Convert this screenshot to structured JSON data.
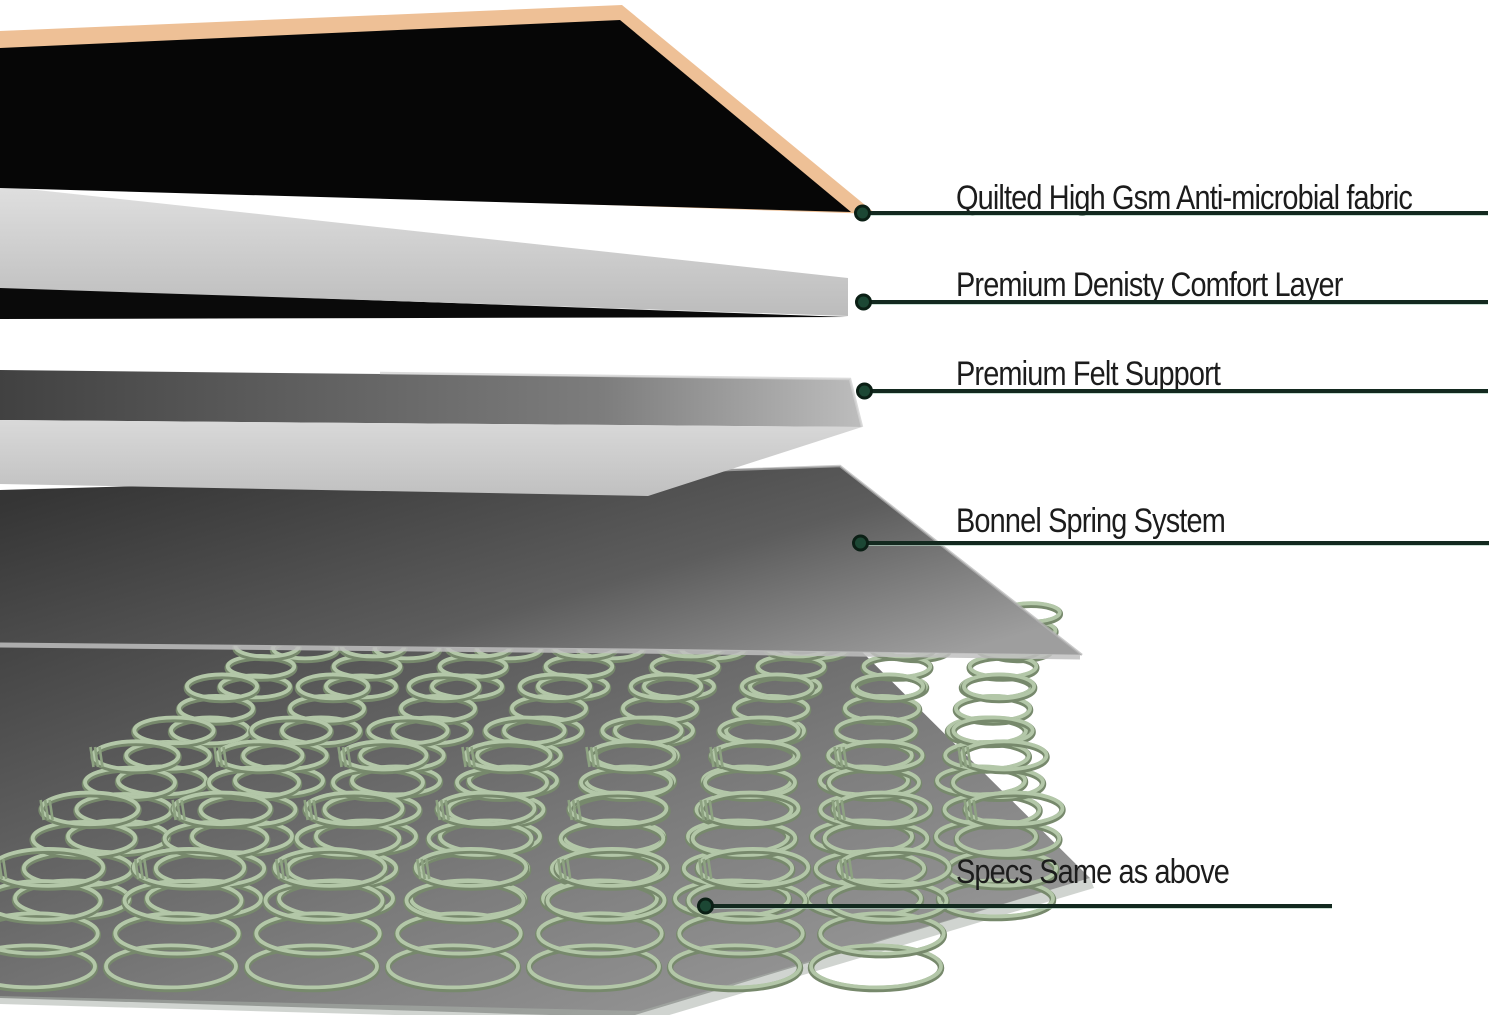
{
  "diagram": {
    "subject": "mattress-exploded-layers",
    "callouts": [
      {
        "label": "Quilted High Gsm Anti-microbial fabric"
      },
      {
        "label": "Premium Denisty Comfort Layer"
      },
      {
        "label": "Premium Felt Support"
      },
      {
        "label": "Bonnel Spring System"
      },
      {
        "label": "Specs Same as above"
      }
    ]
  },
  "colors": {
    "leader_line": "#13291f",
    "leader_dot_fill": "#1c4734",
    "label_text": "#1c1c1c",
    "fabric_trim_peach": "#eec096",
    "fabric_top_black": "#060606",
    "foam_light_gray": "#d8d8d8",
    "foam_front_gray": "#c2c2c2",
    "shadow_black": "#0a0a0a",
    "felt_front_gray": "#cfcfcf",
    "pad_dark_gray": "#3a3a3a",
    "base_gray": "#8f8f8f",
    "spring_light_sage": "#b3c7a8",
    "spring_dark_sage": "#77896c"
  }
}
